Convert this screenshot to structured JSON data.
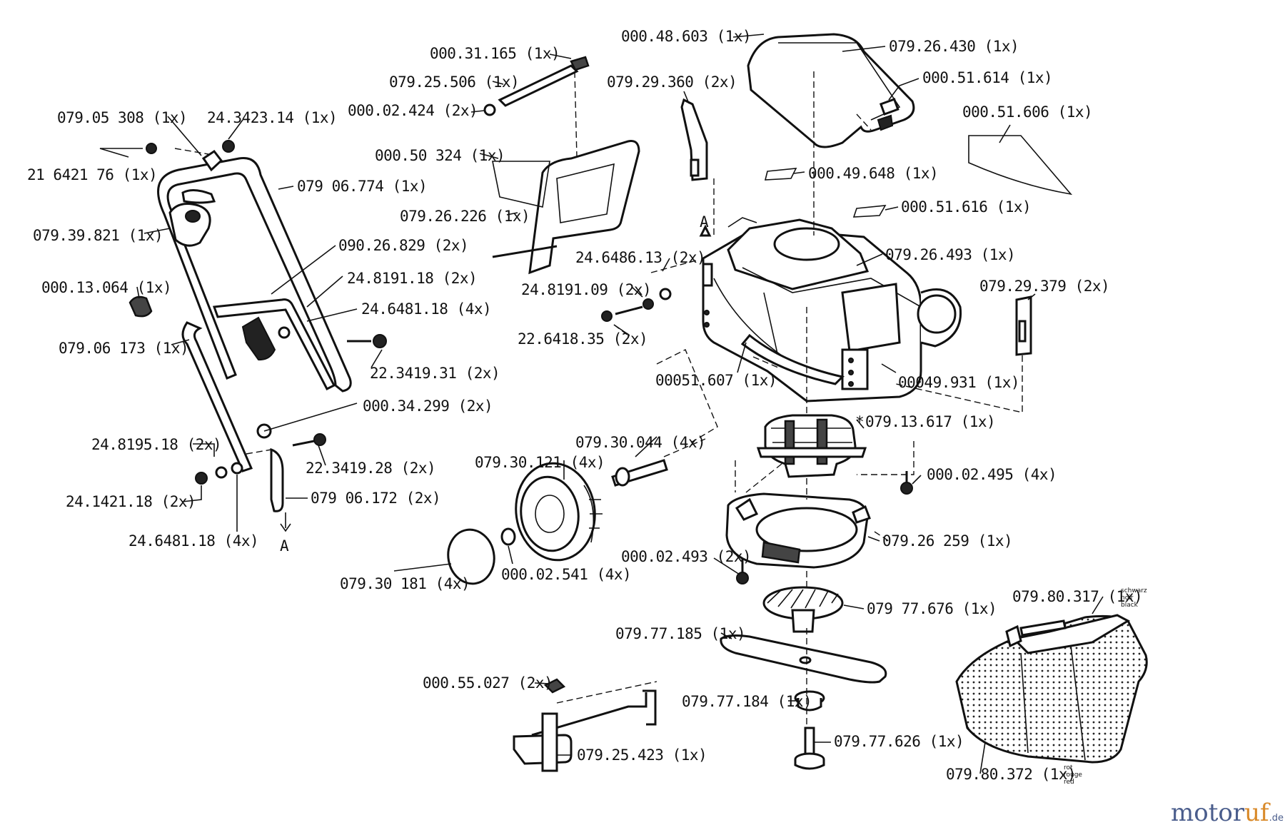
{
  "labels": [
    {
      "text": "000.48.603 (1x)"
    },
    {
      "text": "079.26.430 (1x)"
    },
    {
      "text": "000.31.165 (1x)"
    },
    {
      "text": "000.51.614 (1x)"
    },
    {
      "text": "079.25.506 (1x)"
    },
    {
      "text": "079.29.360 (2x)"
    },
    {
      "text": "000.02.424 (2x)"
    },
    {
      "text": "000.51.606 (1x)"
    },
    {
      "text": "079.05 308 (1x)"
    },
    {
      "text": "24.3423.14 (1x)"
    },
    {
      "text": "000.50 324 (1x)"
    },
    {
      "text": "000.49.648 (1x)"
    },
    {
      "text": "21 6421 76 (1x)"
    },
    {
      "text": "079 06.774 (1x)"
    },
    {
      "text": "079.26.226 (1x)"
    },
    {
      "text": "000.51.616 (1x)"
    },
    {
      "text": "079.39.821 (1x)"
    },
    {
      "text": "090.26.829 (2x)"
    },
    {
      "text": "24.6486.13 (2x)"
    },
    {
      "text": "079.26.493 (1x)"
    },
    {
      "text": "000.13.064 (1x)"
    },
    {
      "text": "24.8191.18 (2x)"
    },
    {
      "text": "24.8191.09 (2x)"
    },
    {
      "text": "079.29.379 (2x)"
    },
    {
      "text": "24.6481.18 (4x)"
    },
    {
      "text": "22.6418.35 (2x)"
    },
    {
      "text": "079.06 173 (1x)"
    },
    {
      "text": "22.3419.31 (2x)"
    },
    {
      "text": "00051.607 (1x)"
    },
    {
      "text": "00049.931 (1x)"
    },
    {
      "text": "000.34.299 (2x)"
    },
    {
      "text": "079.13.617 (1x)"
    },
    {
      "text": "079.30.044 (4x)"
    },
    {
      "text": "24.8195.18 (2x)"
    },
    {
      "text": "22.3419.28 (2x)"
    },
    {
      "text": "079.30.121 (4x)"
    },
    {
      "text": "000.02.495 (4x)"
    },
    {
      "text": "24.1421.18 (2x)"
    },
    {
      "text": "079 06.172 (2x)"
    },
    {
      "text": "24.6481.18 (4x)"
    },
    {
      "text": "079.26 259 (1x)"
    },
    {
      "text": "000.02.493 (2x)"
    },
    {
      "text": "079.30 181 (4x)"
    },
    {
      "text": "000.02.541 (4x)"
    },
    {
      "text": "079 77.676 (1x)"
    },
    {
      "text": "079.80.317 (1x)"
    },
    {
      "text": "079.77.185 (1x)"
    },
    {
      "text": "000.55.027 (2x)"
    },
    {
      "text": "079.77.184 (1x)"
    },
    {
      "text": "079.77.626 (1x)"
    },
    {
      "text": "079.25.423 (1x)"
    },
    {
      "text": "079.80.372 (1x)"
    }
  ],
  "markers": {
    "a_top": "A",
    "a_bottom": "A",
    "asterisk": "*"
  },
  "color_notes": {
    "black": [
      "schwarz",
      "noir",
      "black"
    ],
    "red": [
      "rot",
      "rouge",
      "red"
    ]
  },
  "watermark": {
    "brand_a": "motor",
    "brand_b": "uf",
    "suffix": ".de"
  },
  "colors": {
    "ink": "#111111",
    "background": "#ffffff",
    "logo_blue": "#4a5d8c",
    "logo_orange": "#d98a2a"
  }
}
